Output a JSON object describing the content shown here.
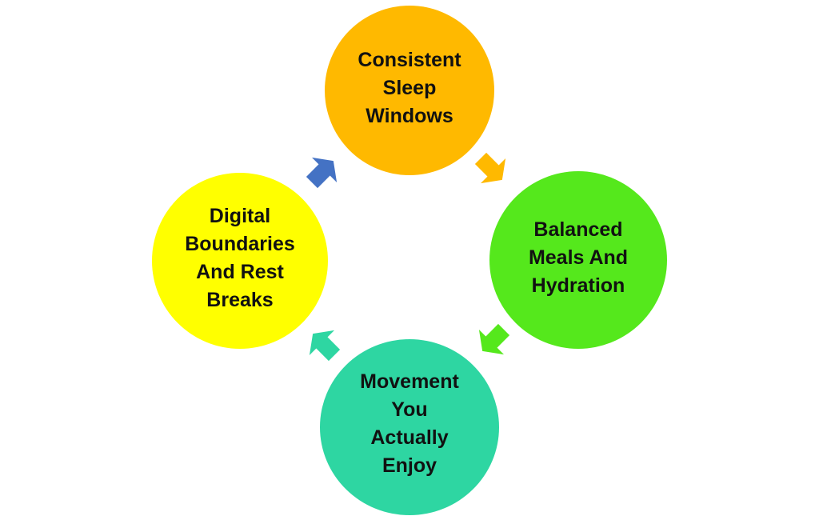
{
  "nodes": {
    "top": {
      "label": "Consistent\nSleep\nWindows",
      "color": "#FFB900"
    },
    "right": {
      "label": "Balanced\nMeals And\nHydration",
      "color": "#55E81C"
    },
    "bottom": {
      "label": "Movement\nYou\nActually\nEnjoy",
      "color": "#2ED6A2"
    },
    "left": {
      "label": "Digital\nBoundaries\nAnd Rest\nBreaks",
      "color": "#FFFF00"
    }
  },
  "arrows": {
    "top_to_right": {
      "color": "#FFB900",
      "icon": "arrow-down-right"
    },
    "right_to_bottom": {
      "color": "#55E81C",
      "icon": "arrow-down-left"
    },
    "bottom_to_left": {
      "color": "#2ED6A2",
      "icon": "arrow-up-left"
    },
    "left_to_top": {
      "color": "#4472C4",
      "icon": "arrow-up-right"
    }
  },
  "text_color": "#111111",
  "background": "#FFFFFF"
}
